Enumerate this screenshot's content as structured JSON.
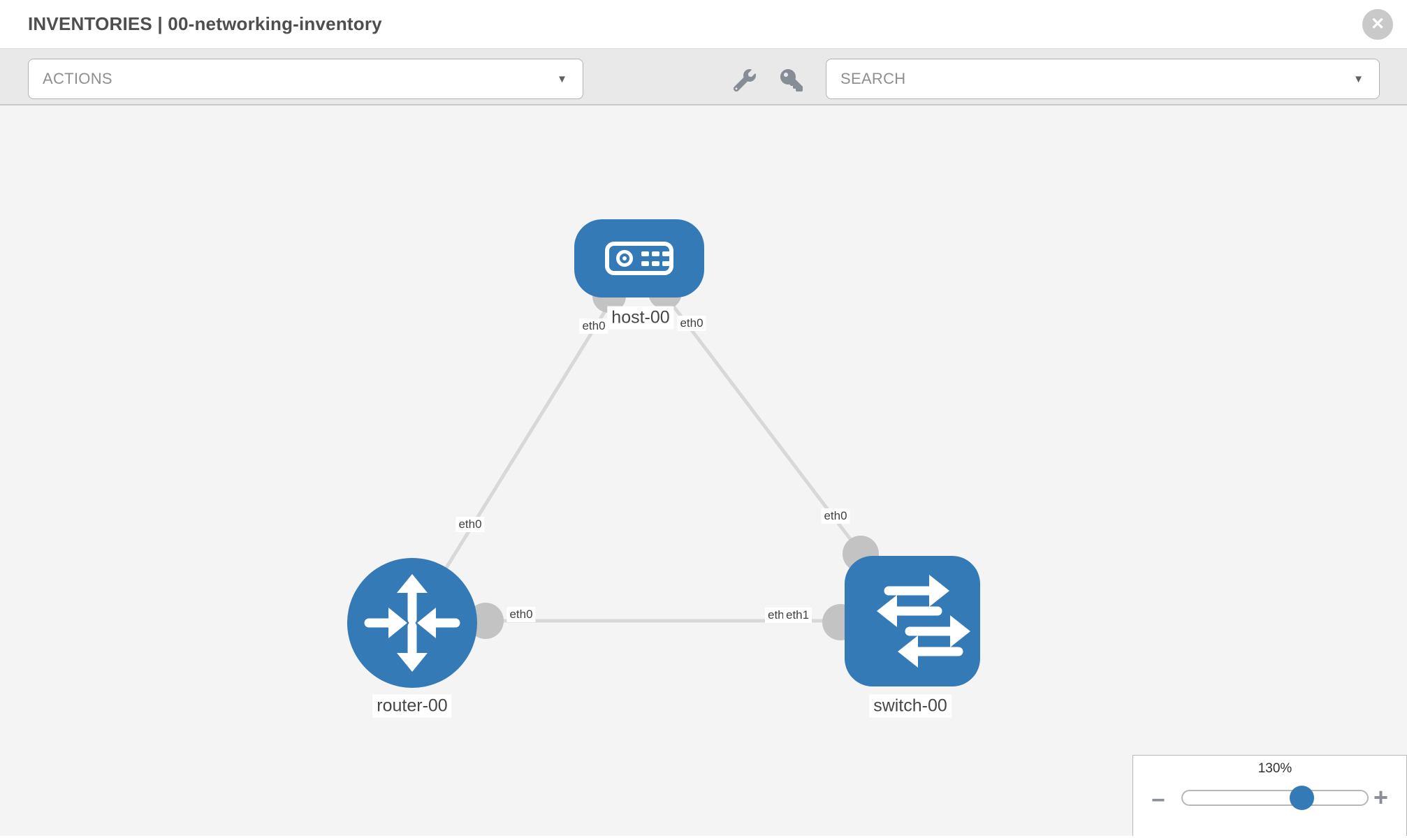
{
  "header": {
    "title": "INVENTORIES | 00-networking-inventory",
    "close_glyph": "✕"
  },
  "toolbar": {
    "actions_label": "ACTIONS",
    "search_label": "SEARCH",
    "caret_glyph": "▼",
    "icons": [
      {
        "name": "wrench-icon"
      },
      {
        "name": "key-icon"
      }
    ]
  },
  "topology": {
    "nodes": [
      {
        "id": "host-00",
        "type": "host",
        "label": "host-00"
      },
      {
        "id": "router-00",
        "type": "router",
        "label": "router-00"
      },
      {
        "id": "switch-00",
        "type": "switch",
        "label": "switch-00"
      }
    ],
    "links": [
      {
        "from": "host-00",
        "to": "router-00"
      },
      {
        "from": "host-00",
        "to": "switch-00"
      },
      {
        "from": "router-00",
        "to": "switch-00"
      }
    ],
    "interface_labels": [
      {
        "text": "eth0",
        "near": "host-00 bottom-left"
      },
      {
        "text": "eth0",
        "near": "host-00 bottom-right"
      },
      {
        "text": "eth0",
        "near": "router-00 top"
      },
      {
        "text": "eth0",
        "near": "switch-00 top"
      },
      {
        "text": "eth0",
        "near": "router-00 right, link to switch-00"
      },
      {
        "text": "eth0",
        "near": "switch-00 left, link label partially hidden"
      },
      {
        "text": "eth1",
        "near": "switch-00 left, link to router-00"
      }
    ],
    "colors": {
      "node_blue": "#337ab7",
      "edge_gray": "#d8d8d8",
      "endpoint_gray": "#c3c3c3",
      "canvas_bg": "#f4f4f4"
    }
  },
  "zoom_control": {
    "level": "130%",
    "minus_glyph": "−",
    "plus_glyph": "+"
  }
}
